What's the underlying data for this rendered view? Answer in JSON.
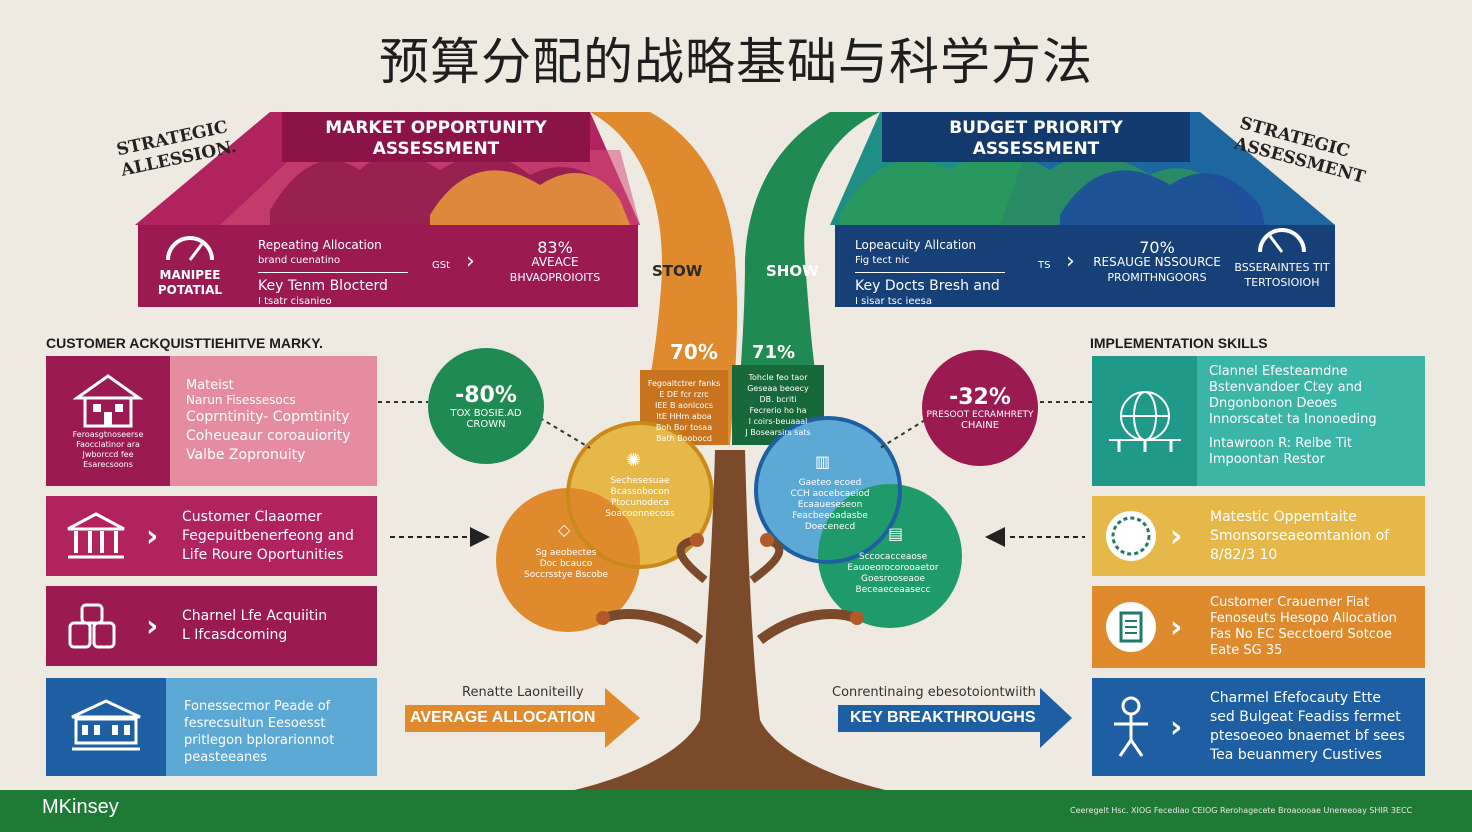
{
  "title": "预算分配的战略基础与科学方法",
  "top_left": {
    "header_line1": "MARKET OPPORTUNITY",
    "header_line2": "ASSESSMENT",
    "handwritten_line1": "STRATEGIC",
    "handwritten_line2": "ALLESSION.",
    "icon_label_line1": "MANIPEE",
    "icon_label_line2": "POTATIAL",
    "text_line1": "Repeating Allocation",
    "text_line2": "brand cuenatino",
    "text_line3": "Key Tenm Blocterd",
    "text_line4": "I tsatr cisanieo",
    "arrow_text": "GSt",
    "stat_value": "83%",
    "stat_line1": "AVEACE",
    "stat_line2": "BHVAOPROIOITS"
  },
  "top_right": {
    "header_line1": "BUDGET PRIORITY",
    "header_line2": "ASSESSMENT",
    "handwritten_line1": "STRATEGIC",
    "handwritten_line2": "ASSESSMENT",
    "text_line1": "Lopeacuity Allcation",
    "text_line2": "Fig tect nic",
    "text_line3": "Key Docts Bresh and",
    "text_line4": "I sisar tsc ieesa",
    "arrow_text": "TS",
    "stat_value": "70%",
    "stat_line1": "RESAUGE NSSOURCE",
    "stat_line2": "PROMITHNGOORS",
    "icon_label_line1": "BSSERAINTES TIT",
    "icon_label_line2": "TERTOSIOIOH"
  },
  "trunk": {
    "left_label": "STOW",
    "right_label": "SHOW",
    "left_value": "70%",
    "right_value": "71%",
    "left_note": "Fegoaltctrer fanks\nE DE fcr rzrc\nIEE B aonlcocs\nItE HHm aboa\nBoh Bor tosaa\nBath Boobocd",
    "right_note": "Tohcle feo taor\nGeseaa beoecy\nDB. bcriti\nFecrerio ho ha\nI coirs-beuaaal\nJ Bosearsirs sats"
  },
  "bubbles": {
    "left_value": "-80%",
    "left_line1": "TOX BOSIE.AD",
    "left_line2": "CROWN",
    "right_value": "-32%",
    "right_line1": "PRESOOT ECRAMHRETY",
    "right_line2": "CHAINE"
  },
  "petals": {
    "left_top": "Sechesesuae\nBcassobocon\nPtocunodeca\nSoacoonnecoss",
    "left_bottom": "Sg aeobectes\nDoc bcauco\nSoccrsstye Bscobe",
    "right_top": "Gaeteo ecoed\nCCH aocebcaeiod\nEcaaueseseon\nFeacbeeoadasbe\nDoecenecd",
    "right_bottom": "Sccocacceaose\nEauoeorocorooaetor\nGoesrooseaoe\nBeceaeceaasecc"
  },
  "left_section": {
    "heading": "CUSTOMER ACKQUISTTIEHITVE MARKY.",
    "cards": [
      {
        "icon": "house-icon",
        "caption_line1": "Feroasgtnoseerse",
        "caption_line2": "Faocclatinor ara",
        "caption_line3": "Jwborccd fee",
        "caption_line4": "Esarecsoons",
        "line1": "Mateist",
        "line2": "Narun Fisessesocs",
        "line3": "Coprntinity- Copmtinity",
        "line4": "Coheueaur coroauiority",
        "line5": "Valbe Zopronuity"
      },
      {
        "icon": "bank-icon",
        "line1": "Customer Claaomer",
        "line2": "Fegepuitbenerfeong and",
        "line3": "Life Roure Oportunities"
      },
      {
        "icon": "storage-icon",
        "line1": "Charnel Lfe Acquiitin",
        "line2": "L Ifcasdcoming"
      },
      {
        "icon": "institution-icon",
        "line1": "Fonessecmor Peade of",
        "line2": "fesrecsuitun Eesoesst",
        "line3": "pritlegon bplorarionnot",
        "line4": "peasteeanes"
      }
    ]
  },
  "right_section": {
    "heading": "IMPLEMENTATION SKILLS",
    "cards": [
      {
        "icon": "globe-icon",
        "bullet1_line1": "Clannel Efesteamdne",
        "bullet1_line2": "Bstenvandoer Ctey and",
        "bullet1_line3": "Dngonbonon Deoes",
        "bullet1_line4": "Innorscatet ta Inonoeding",
        "bullet2_line1": "Intawroon R: Relbe Tit",
        "bullet2_line2": "Impoontan Restor"
      },
      {
        "icon": "badge-icon",
        "line1": "Matestic Oppemtaite",
        "line2": "Smonsorseaeomtanion of",
        "line3": "8/82/3 10"
      },
      {
        "icon": "notepad-icon",
        "line1": "Customer Crauemer Fiat",
        "line2": "Fenoseuts Hesopo Allocation",
        "line3": "Fas No EC Secctoerd Sotcoe",
        "line4": "Eate SG 35"
      },
      {
        "icon": "person-icon",
        "line1": "Charmel Efefocauty Ette",
        "line2": "sed Bulgeat Feadiss fermet",
        "line3": "ptesoeoeo bnaemet bf sees",
        "line4": "Tea beuanmery Custives"
      }
    ]
  },
  "bottom_arrows": {
    "left_note": "Renatte Laoniteilly",
    "left_label": "AVERAGE ALLOCATION",
    "right_note": "Conrentinaing ebesotoiontwiith",
    "right_label": "KEY BREAKTHROUGHS"
  },
  "footer": {
    "brand": "MKinsey",
    "fineprint": "Ceeregelt Hsc. XIOG Fecediao CEIOG Rerohagecete Broaoooae Unereeoay SHIR 3ECC"
  },
  "colors": {
    "magenta": "#9b1a52",
    "pink": "#e58ca0",
    "orange": "#e08a2e",
    "yellow": "#e6b84a",
    "teal": "#1f9a8a",
    "navy": "#173f78",
    "blue": "#1e5fa3",
    "green": "#1f7a35",
    "lightblue": "#5da9d6"
  }
}
